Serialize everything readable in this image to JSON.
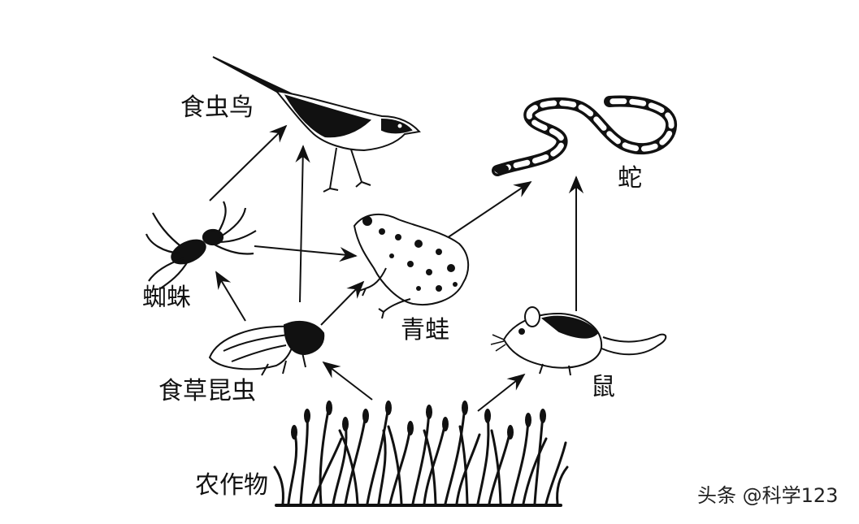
{
  "labels": {
    "insectivorous_bird": "食虫鸟",
    "snake": "蛇",
    "spider": "蜘蛛",
    "frog": "青蛙",
    "herbivorous_insect": "食草昆虫",
    "mouse": "鼠",
    "crops": "农作物"
  },
  "watermark": "头条 @科学123"
}
